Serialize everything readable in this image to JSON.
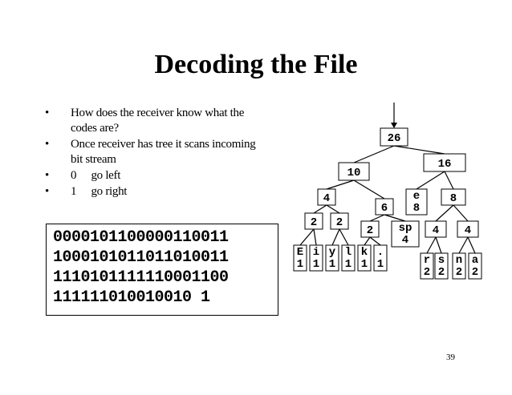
{
  "slide": {
    "title": "Decoding the File",
    "bullets": [
      [
        "How does the receiver know what the",
        "codes are?"
      ],
      [
        "Once receiver has tree it scans incoming",
        "bit stream"
      ],
      [
        "0 \u0000 go left"
      ],
      [
        "1 \u0000 go right"
      ]
    ],
    "bullet_glyph": "•",
    "bitstream": [
      "0000101100000110011",
      "1000101011011010011",
      "1110101111110001100",
      "111111010010010 1"
    ],
    "page_number": "39"
  },
  "tree": {
    "nodes": [
      {
        "id": "n26",
        "lines": [
          "26"
        ]
      },
      {
        "id": "n10",
        "lines": [
          "10"
        ]
      },
      {
        "id": "n16",
        "lines": [
          "16"
        ]
      },
      {
        "id": "n4a",
        "lines": [
          "4"
        ]
      },
      {
        "id": "n6",
        "lines": [
          "6"
        ]
      },
      {
        "id": "ne8",
        "lines": [
          "e",
          "8"
        ]
      },
      {
        "id": "n8",
        "lines": [
          "8"
        ]
      },
      {
        "id": "n2a",
        "lines": [
          "2"
        ]
      },
      {
        "id": "n2b",
        "lines": [
          "2"
        ]
      },
      {
        "id": "n2c",
        "lines": [
          "2"
        ]
      },
      {
        "id": "nsp4",
        "lines": [
          "sp",
          "4"
        ]
      },
      {
        "id": "n4b",
        "lines": [
          "4"
        ]
      },
      {
        "id": "n4c",
        "lines": [
          "4"
        ]
      },
      {
        "id": "nE1",
        "lines": [
          "E",
          "1"
        ]
      },
      {
        "id": "ni1",
        "lines": [
          "i",
          "1"
        ]
      },
      {
        "id": "ny1",
        "lines": [
          "y",
          "1"
        ]
      },
      {
        "id": "nl1",
        "lines": [
          "l",
          "1"
        ]
      },
      {
        "id": "nk1",
        "lines": [
          "k",
          "1"
        ]
      },
      {
        "id": "ndot1",
        "lines": [
          ".",
          "1"
        ]
      },
      {
        "id": "nr2",
        "lines": [
          "r",
          "2"
        ]
      },
      {
        "id": "ns2",
        "lines": [
          "s",
          "2"
        ]
      },
      {
        "id": "nn2",
        "lines": [
          "n",
          "2"
        ]
      },
      {
        "id": "na2",
        "lines": [
          "a",
          "2"
        ]
      }
    ],
    "edges": [
      [
        "n26",
        "n10"
      ],
      [
        "n26",
        "n16"
      ],
      [
        "n10",
        "n4a"
      ],
      [
        "n10",
        "n6"
      ],
      [
        "n16",
        "ne8"
      ],
      [
        "n16",
        "n8"
      ],
      [
        "n4a",
        "n2a"
      ],
      [
        "n4a",
        "n2b"
      ],
      [
        "n6",
        "n2c"
      ],
      [
        "n6",
        "nsp4"
      ],
      [
        "n8",
        "n4b"
      ],
      [
        "n8",
        "n4c"
      ],
      [
        "n2a",
        "nE1"
      ],
      [
        "n2a",
        "ni1"
      ],
      [
        "n2b",
        "ny1"
      ],
      [
        "n2b",
        "nl1"
      ],
      [
        "n2c",
        "nk1"
      ],
      [
        "n2c",
        "ndot1"
      ],
      [
        "n4b",
        "nr2"
      ],
      [
        "n4b",
        "ns2"
      ],
      [
        "n4c",
        "nn2"
      ],
      [
        "n4c",
        "na2"
      ]
    ]
  }
}
